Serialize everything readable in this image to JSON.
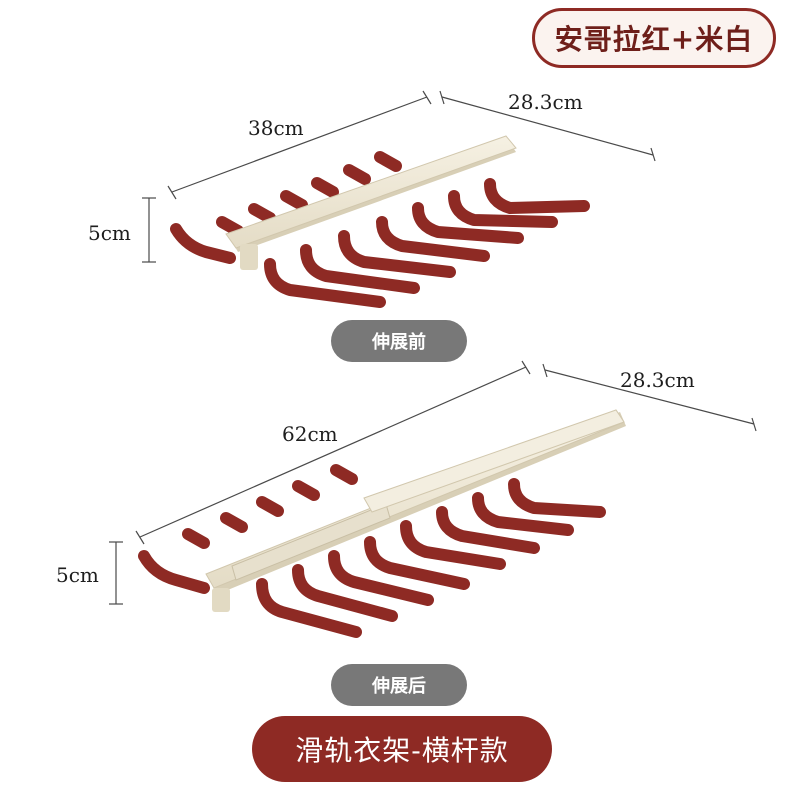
{
  "color_name": "安哥拉红+米白",
  "before": {
    "width_label": "38cm",
    "depth_label": "28.3cm",
    "height_label": "5cm",
    "state_label": "伸展前"
  },
  "after": {
    "width_label": "62cm",
    "depth_label": "28.3cm",
    "height_label": "5cm",
    "state_label": "伸展后"
  },
  "product_name": "滑轨衣架-横杆款",
  "colors": {
    "hook_red": "#8e2a24",
    "rail_cream": "#efe9d8",
    "pill_gray": "#787878"
  }
}
